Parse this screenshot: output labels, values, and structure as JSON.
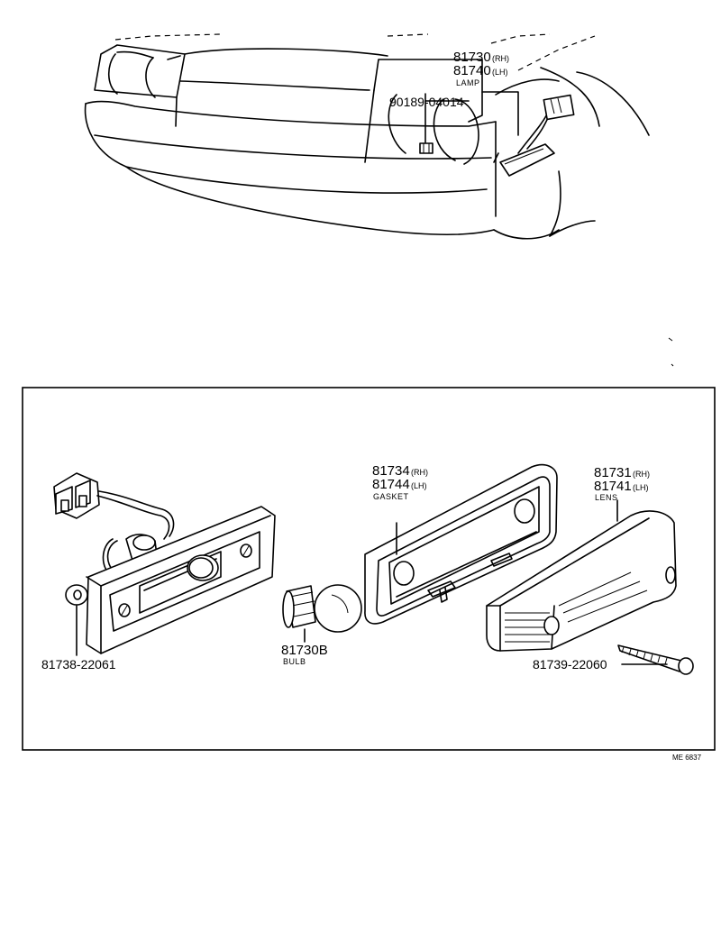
{
  "labels": {
    "lamp": {
      "rh_number": "81730",
      "rh_suffix": "(RH)",
      "lh_number": "81740",
      "lh_suffix": "(LH)",
      "name": "LAMP"
    },
    "clip": {
      "number": "90189-04014"
    },
    "gasket": {
      "rh_number": "81734",
      "rh_suffix": "(RH)",
      "lh_number": "81744",
      "lh_suffix": "(LH)",
      "name": "GASKET"
    },
    "lens": {
      "rh_number": "81731",
      "rh_suffix": "(RH)",
      "lh_number": "81741",
      "lh_suffix": "(LH)",
      "name": "LENS"
    },
    "bulb": {
      "number": "81730B",
      "name": "BULB"
    },
    "washer": {
      "number": "81738-22061"
    },
    "screw": {
      "number": "81739-22060"
    },
    "diagram_code": "ME 6837"
  }
}
